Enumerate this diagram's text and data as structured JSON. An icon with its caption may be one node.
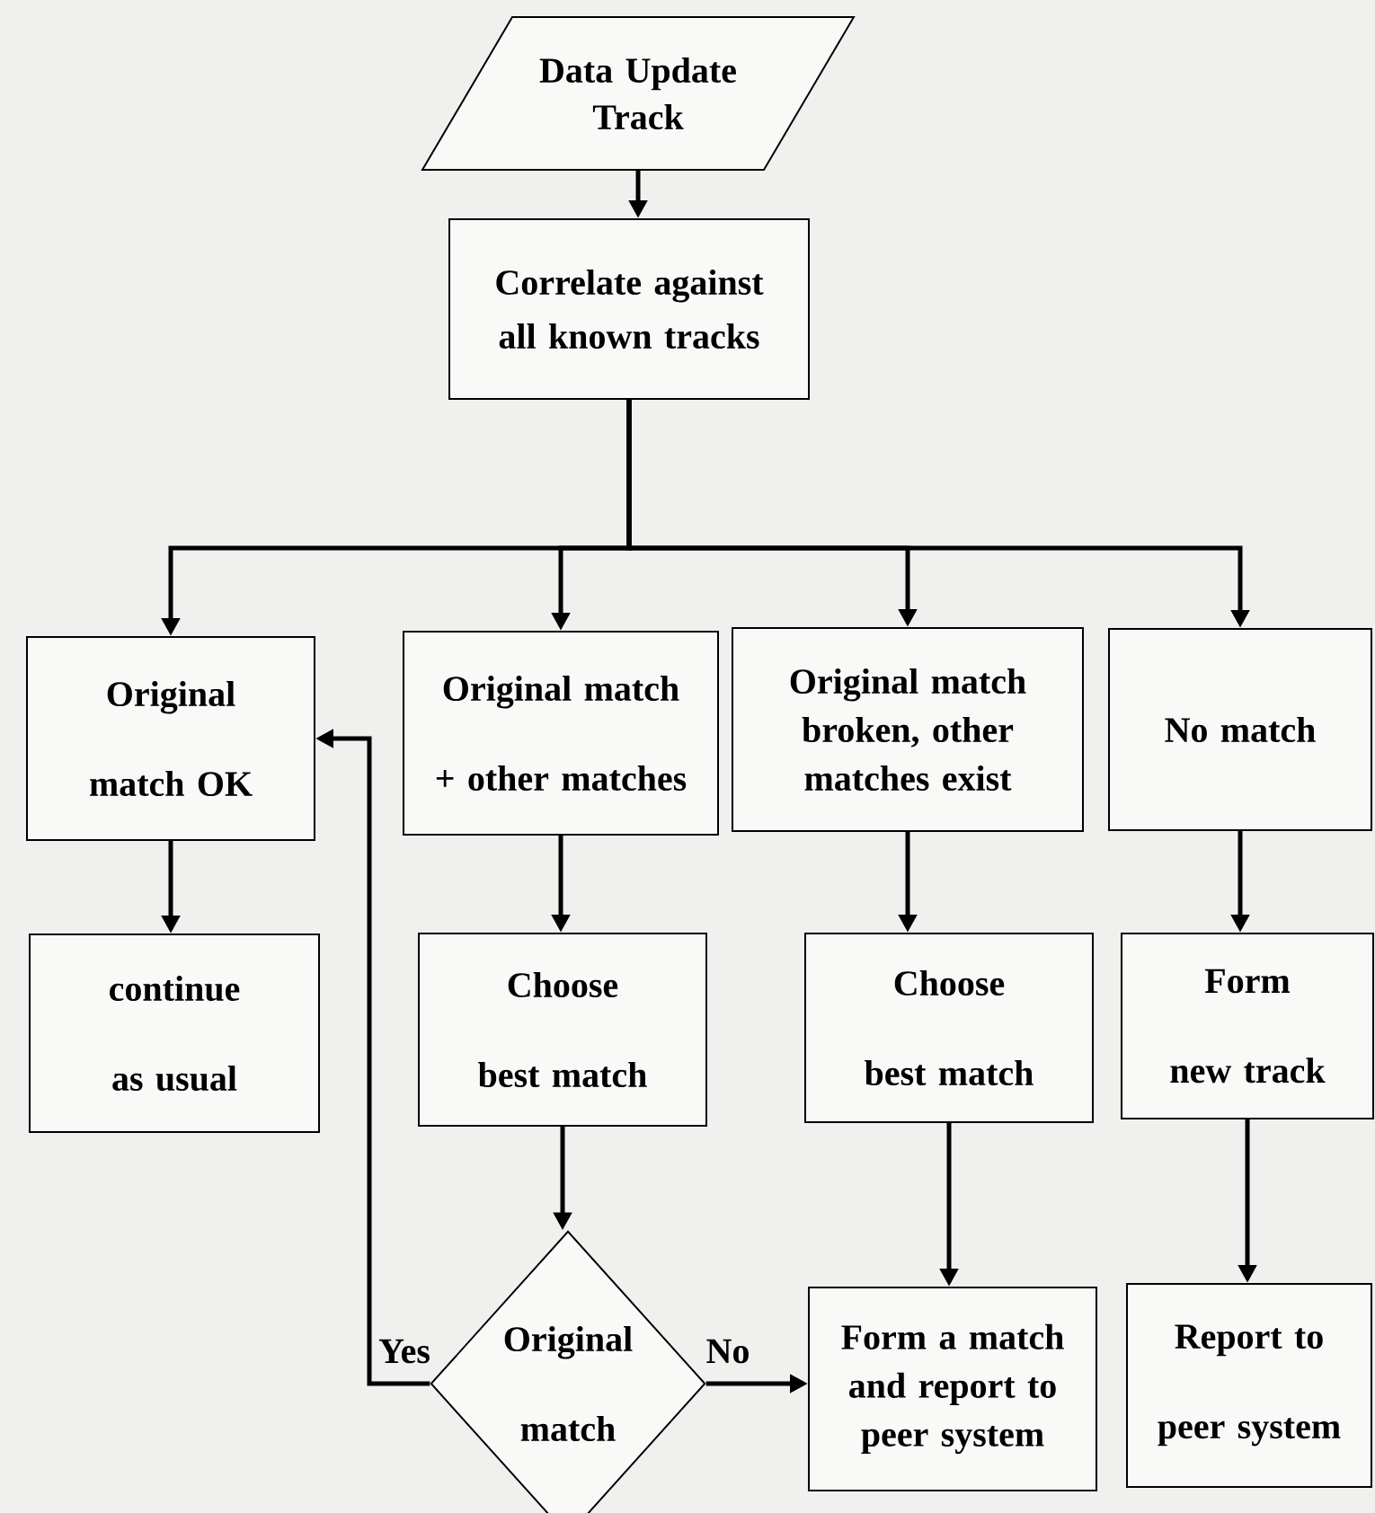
{
  "diagram": {
    "nodes": [
      {
        "text": [
          "Data Update Track"
        ]
      },
      {
        "text": [
          "Correlate against all known tracks"
        ]
      },
      {
        "text": [
          "Original match OK"
        ]
      },
      {
        "text": [
          "Original match + other matches"
        ]
      },
      {
        "text": [
          "Original match broken, other matches exist"
        ]
      },
      {
        "text": [
          "No match"
        ]
      },
      {
        "text": [
          "continue as usual"
        ]
      },
      {
        "text": [
          "Choose best match"
        ]
      },
      {
        "text": [
          "Choose best match"
        ]
      },
      {
        "text": [
          "Form new track"
        ]
      },
      {
        "text": [
          "Original match"
        ]
      },
      {
        "text": [
          "Form a match and report to peer system"
        ]
      },
      {
        "text": [
          "Report to peer system"
        ]
      }
    ],
    "edges": [
      {
        "from": 0,
        "to": 1,
        "arrow": "to"
      },
      {
        "from": 1,
        "to": 2,
        "arrow": "to"
      },
      {
        "from": 1,
        "to": 3,
        "arrow": "to"
      },
      {
        "from": 1,
        "to": 4,
        "arrow": "to"
      },
      {
        "from": 1,
        "to": 5,
        "arrow": "to"
      },
      {
        "from": 2,
        "to": 6,
        "arrow": "to"
      },
      {
        "from": 3,
        "to": 7,
        "arrow": "to"
      },
      {
        "from": 4,
        "to": 8,
        "arrow": "to"
      },
      {
        "from": 5,
        "to": 9,
        "arrow": "to"
      },
      {
        "from": 7,
        "to": 10,
        "arrow": "to"
      },
      {
        "from": 8,
        "to": 11,
        "arrow": "to"
      },
      {
        "from": 9,
        "to": 12,
        "arrow": "to"
      },
      {
        "from": 10,
        "to": 2,
        "arrow": "to",
        "label": "Yes"
      },
      {
        "from": 10,
        "to": 11,
        "arrow": "to",
        "label": "No"
      }
    ]
  }
}
